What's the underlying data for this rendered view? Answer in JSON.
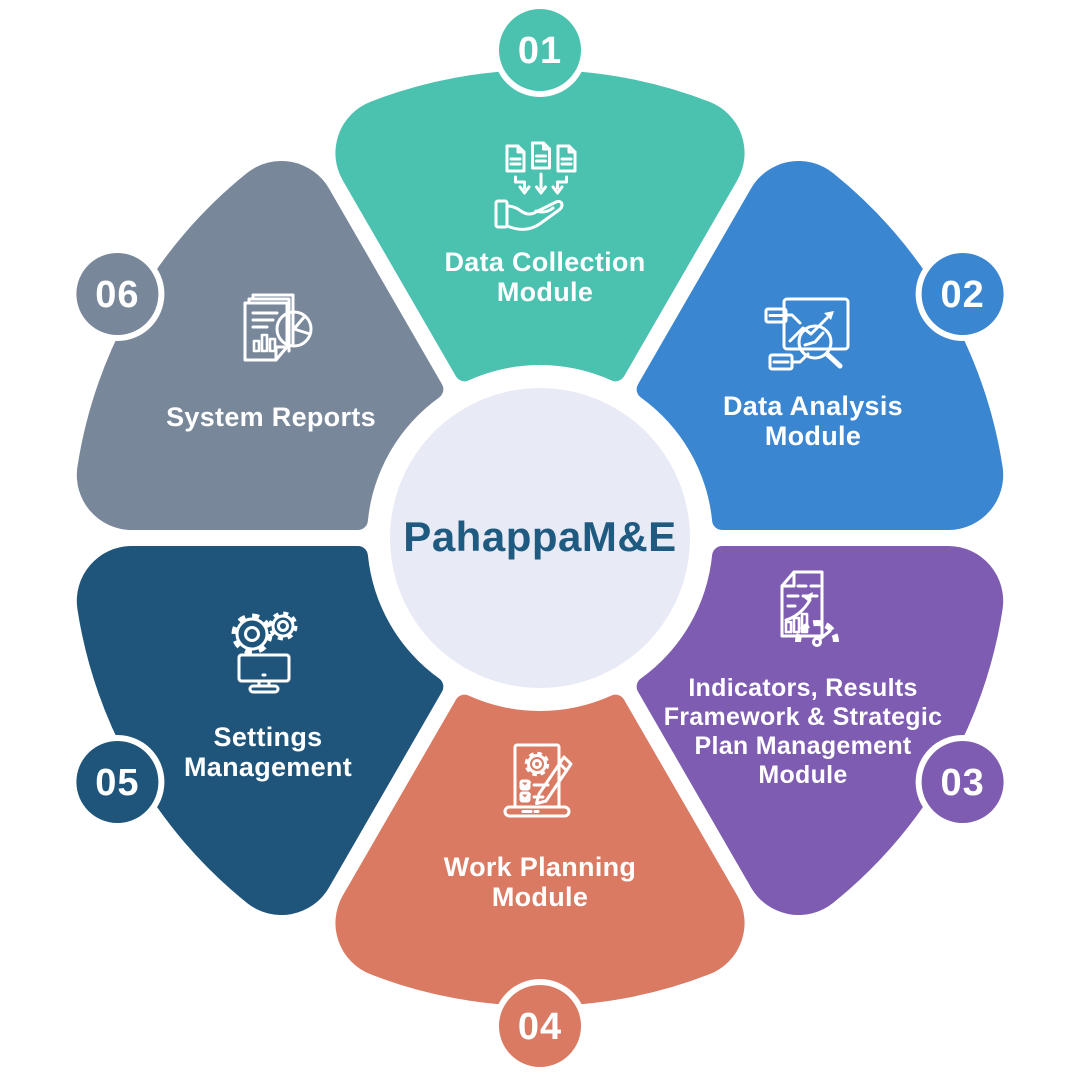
{
  "center": {
    "label": "PahappaM&E",
    "fill": "#E8EBF6",
    "text_color": "#1F5A80"
  },
  "petals": [
    {
      "number": "01",
      "label": "Data Collection\nModule",
      "color": "#4BC1AF",
      "icon": "data-collection-icon"
    },
    {
      "number": "02",
      "label": "Data Analysis\nModule",
      "color": "#3A86D1",
      "icon": "data-analysis-icon"
    },
    {
      "number": "03",
      "label": "Indicators, Results\nFramework & Strategic\nPlan Management\nModule",
      "color": "#7E5CB1",
      "icon": "indicators-gauge-icon"
    },
    {
      "number": "04",
      "label": "Work Planning\nModule",
      "color": "#DA7A63",
      "icon": "work-planning-icon"
    },
    {
      "number": "05",
      "label": "Settings\nManagement",
      "color": "#1F557A",
      "icon": "settings-gears-icon"
    },
    {
      "number": "06",
      "label": "System Reports",
      "color": "#78879A",
      "icon": "system-reports-icon"
    }
  ]
}
